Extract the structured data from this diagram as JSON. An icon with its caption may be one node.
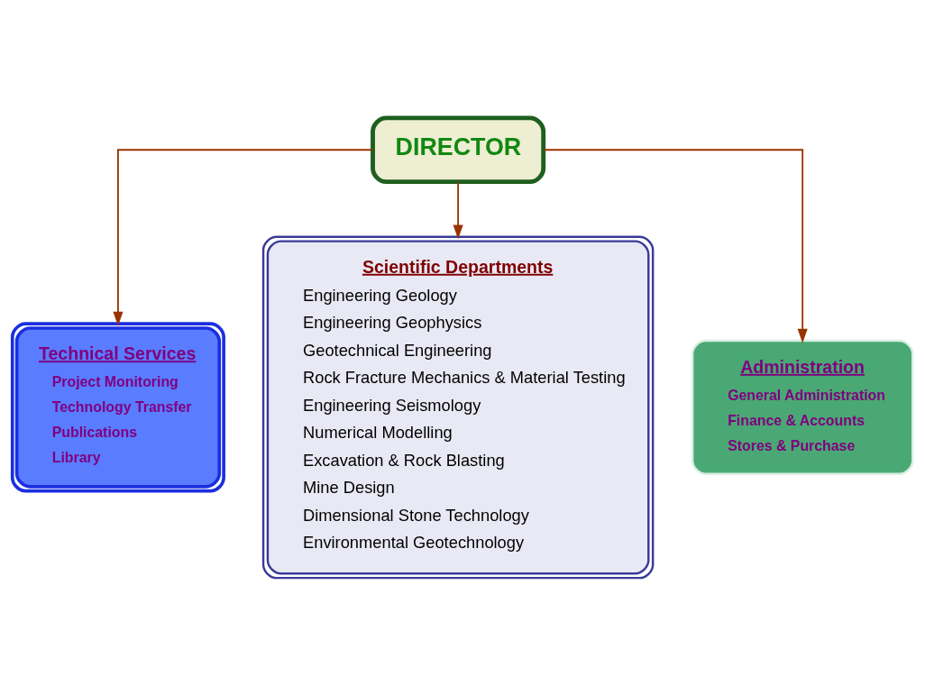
{
  "diagram": {
    "nodes": [
      {
        "text": [
          "DIRECTOR"
        ]
      },
      {
        "text": [
          "Technical Services",
          "Project Monitoring",
          "Technology Transfer",
          "Publications",
          "Library"
        ]
      },
      {
        "text": [
          "Scientific Departments",
          "Engineering Geology",
          "Engineering Geophysics",
          "Geotechnical Engineering",
          "Rock Fracture Mechanics & Material Testing",
          "Engineering Seismology",
          "Numerical Modelling",
          "Excavation & Rock Blasting",
          "Mine Design",
          "Dimensional Stone Technology",
          "Environmental Geotechnology"
        ]
      },
      {
        "text": [
          "Administration",
          "General Administration",
          "Finance & Accounts",
          "Stores & Purchase"
        ]
      }
    ],
    "edges": [
      {
        "from": 0,
        "to": 1,
        "arrow": "to"
      },
      {
        "from": 0,
        "to": 2,
        "arrow": "to"
      },
      {
        "from": 0,
        "to": 3,
        "arrow": "to"
      }
    ]
  }
}
